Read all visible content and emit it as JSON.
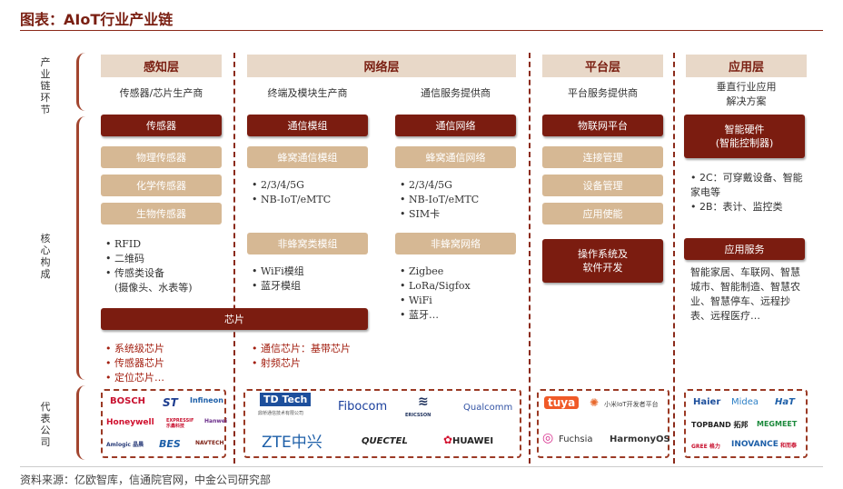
{
  "title": "图表：AIoT行业产业链",
  "source": "资料来源：亿欧智库，信通院官网，中金公司研究部",
  "side_labels": {
    "chain": "产业链环节",
    "core": "核心构成",
    "rep": "代表公司"
  },
  "layers": {
    "perception": {
      "title": "感知层",
      "sub": "传感器/芯片生产商"
    },
    "network": {
      "title": "网络层",
      "sub1": "终端及模块生产商",
      "sub2": "通信服务提供商"
    },
    "platform": {
      "title": "平台层",
      "sub": "平台服务提供商"
    },
    "application": {
      "title": "应用层",
      "sub": "垂直行业应用\n解决方案"
    }
  },
  "perception": {
    "sensor": "传感器",
    "tan": [
      "物理传感器",
      "化学传感器",
      "生物传感器"
    ],
    "list": [
      "RFID",
      "二维码",
      "传感类设备",
      "(摄像头、水表等)"
    ],
    "chip": "芯片",
    "chip_list": [
      "系统级芯片",
      "传感器芯片",
      "定位芯片…"
    ]
  },
  "network": {
    "module": "通信模组",
    "cell_module": "蜂窝通信模组",
    "cell_module_list": [
      "2/3/4/5G",
      "NB-IoT/eMTC"
    ],
    "noncell_module": "非蜂窝类模组",
    "noncell_module_list": [
      "WiFi模组",
      "蓝牙模组"
    ],
    "comm_network": "通信网络",
    "cell_network": "蜂窝通信网络",
    "cell_network_list": [
      "2/3/4/5G",
      "NB-IoT/eMTC",
      "SIM卡"
    ],
    "noncell_network": "非蜂窝网络",
    "noncell_network_list": [
      "Zigbee",
      "LoRa/Sigfox",
      "WiFi",
      "蓝牙…"
    ],
    "chip_list": [
      "通信芯片：基带芯片",
      "射频芯片"
    ]
  },
  "platform": {
    "iot": "物联网平台",
    "tan": [
      "连接管理",
      "设备管理",
      "应用使能"
    ],
    "os": "操作系统及\n软件开发"
  },
  "application": {
    "hardware": "智能硬件\n(智能控制器)",
    "hardware_list": [
      "2C：可穿戴设备、智能家电等",
      "2B：表计、监控类"
    ],
    "service": "应用服务",
    "service_text": "智能家居、车联网、智慧城市、智能制造、智慧农业、智慧停车、远程抄表、远程医疗…"
  },
  "logos": {
    "perception": [
      "BOSCH",
      "ST",
      "Infineon",
      "Honeywell",
      "EXPRESSIF 乐鑫科技",
      "Hanwei",
      "Amlogic 晶晨",
      "BES",
      "NAVTECH"
    ],
    "network": [
      "TD Tech",
      "鼎桥通信技术有限公司",
      "Fibocom",
      "ERICSSON",
      "Qualcomm",
      "ZTE中兴",
      "QUECTEL",
      "HUAWEI"
    ],
    "platform": [
      "tuya",
      "小米IoT开发者平台",
      "Fuchsia",
      "HarmonyOS"
    ],
    "application": [
      "Haier",
      "Midea",
      "HaT",
      "TOPBAND 拓邦",
      "MEGMEET",
      "GREE 格力",
      "INOVANCE",
      "和而泰"
    ]
  },
  "colors": {
    "dark": "#7b1c10",
    "tan": "#d6b894",
    "header": "#e8d8c8",
    "accent": "#a31f10"
  }
}
